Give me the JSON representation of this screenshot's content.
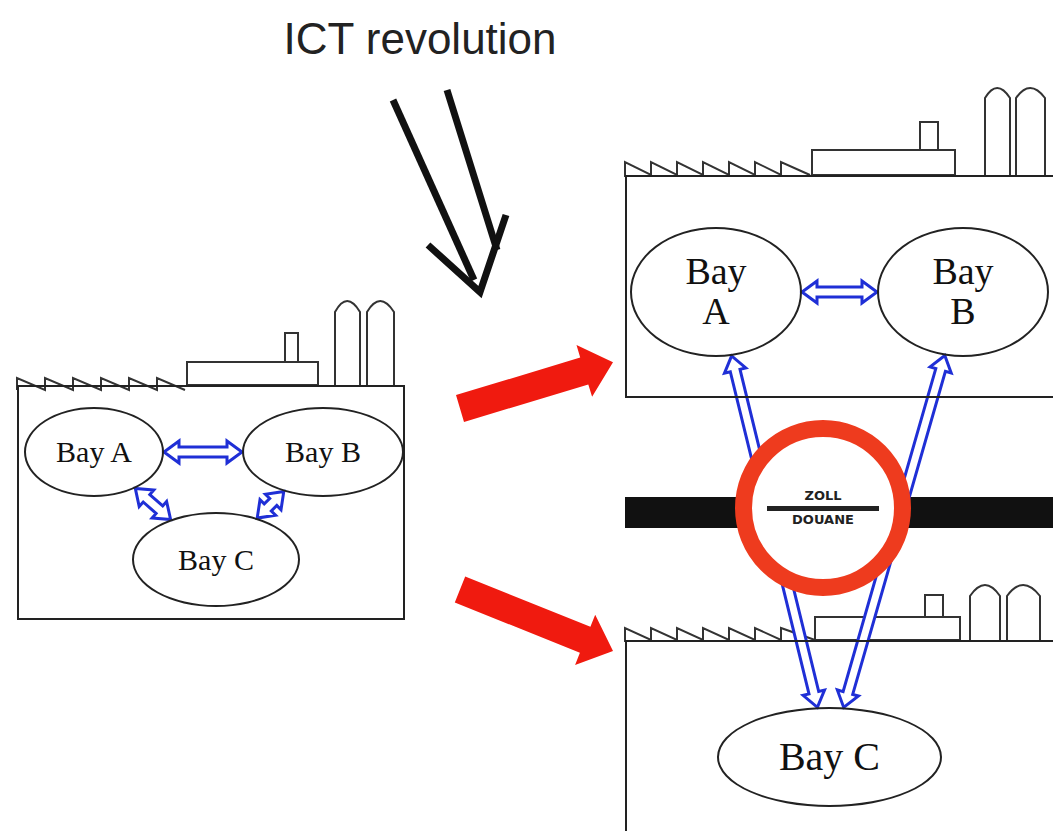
{
  "diagram": {
    "title": "ICT revolution",
    "nodes": [
      {
        "text": []
      },
      {
        "text": [
          "Bay A"
        ],
        "in": 0
      },
      {
        "text": [
          "Bay B"
        ],
        "in": 0
      },
      {
        "text": [
          "Bay C"
        ],
        "in": 0
      },
      {
        "text": []
      },
      {
        "text": [
          "Bay A"
        ],
        "in": 4
      },
      {
        "text": [
          "Bay B"
        ],
        "in": 4
      },
      {
        "text": [
          "ZOLL",
          "DOUANE"
        ]
      },
      {
        "text": []
      },
      {
        "text": [
          "Bay C"
        ],
        "in": 8
      }
    ],
    "edges": [
      {
        "from": 1,
        "to": 2,
        "arrow": "both"
      },
      {
        "from": 1,
        "to": 3,
        "arrow": "both"
      },
      {
        "from": 2,
        "to": 3,
        "arrow": "both"
      },
      {
        "from": 0,
        "to": 4,
        "arrow": "to"
      },
      {
        "from": 0,
        "to": 8,
        "arrow": "to"
      },
      {
        "from": 5,
        "to": 6,
        "arrow": "both"
      },
      {
        "from": 5,
        "to": 9,
        "arrow": "both"
      },
      {
        "from": 6,
        "to": 9,
        "arrow": "both"
      }
    ]
  }
}
